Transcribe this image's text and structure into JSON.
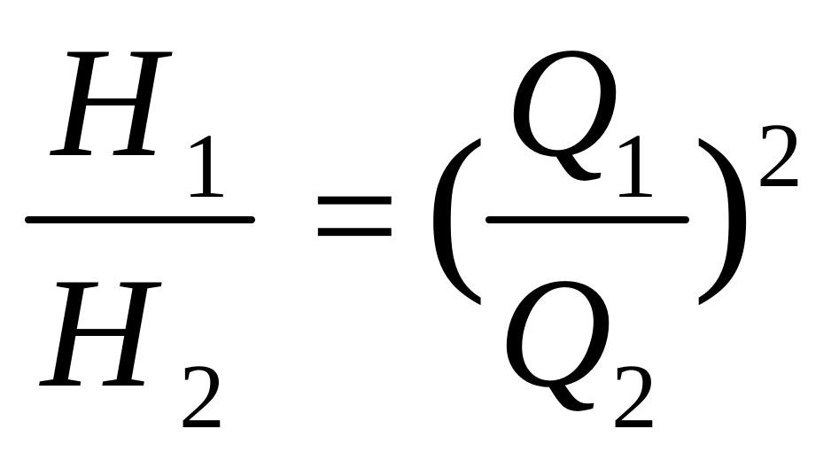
{
  "equation": {
    "lhs": {
      "numerator": {
        "var": "H",
        "sub": "1"
      },
      "denominator": {
        "var": "H",
        "sub": "2"
      }
    },
    "equals": "=",
    "rhs": {
      "open_paren": "(",
      "numerator": {
        "var": "Q",
        "sub": "1"
      },
      "denominator": {
        "var": "Q",
        "sub": "2"
      },
      "close_paren": ")",
      "exponent": "2"
    }
  }
}
